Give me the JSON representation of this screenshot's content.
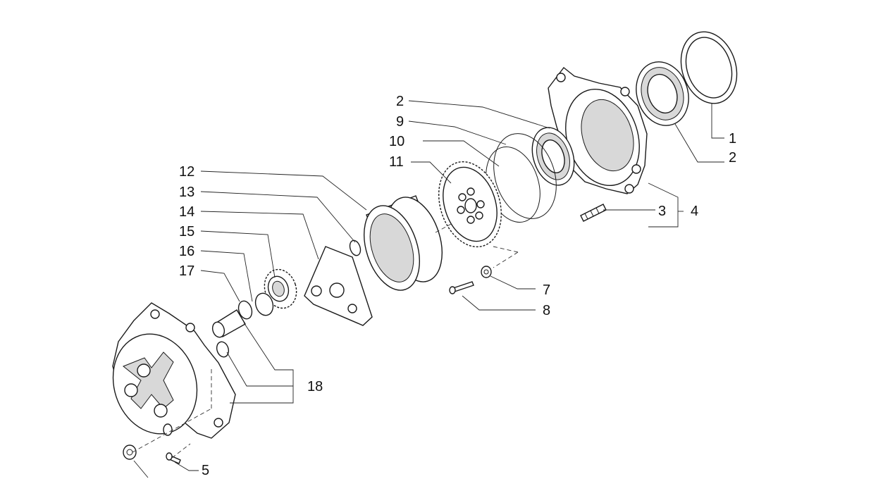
{
  "diagram": {
    "callouts": {
      "c1": "1",
      "c2a": "2",
      "c2b": "2",
      "c3": "3",
      "c4": "4",
      "c5": "5",
      "c7": "7",
      "c8": "8",
      "c9": "9",
      "c10": "10",
      "c11": "11",
      "c12": "12",
      "c13": "13",
      "c14": "14",
      "c15": "15",
      "c16": "16",
      "c17": "17",
      "c18": "18"
    }
  }
}
